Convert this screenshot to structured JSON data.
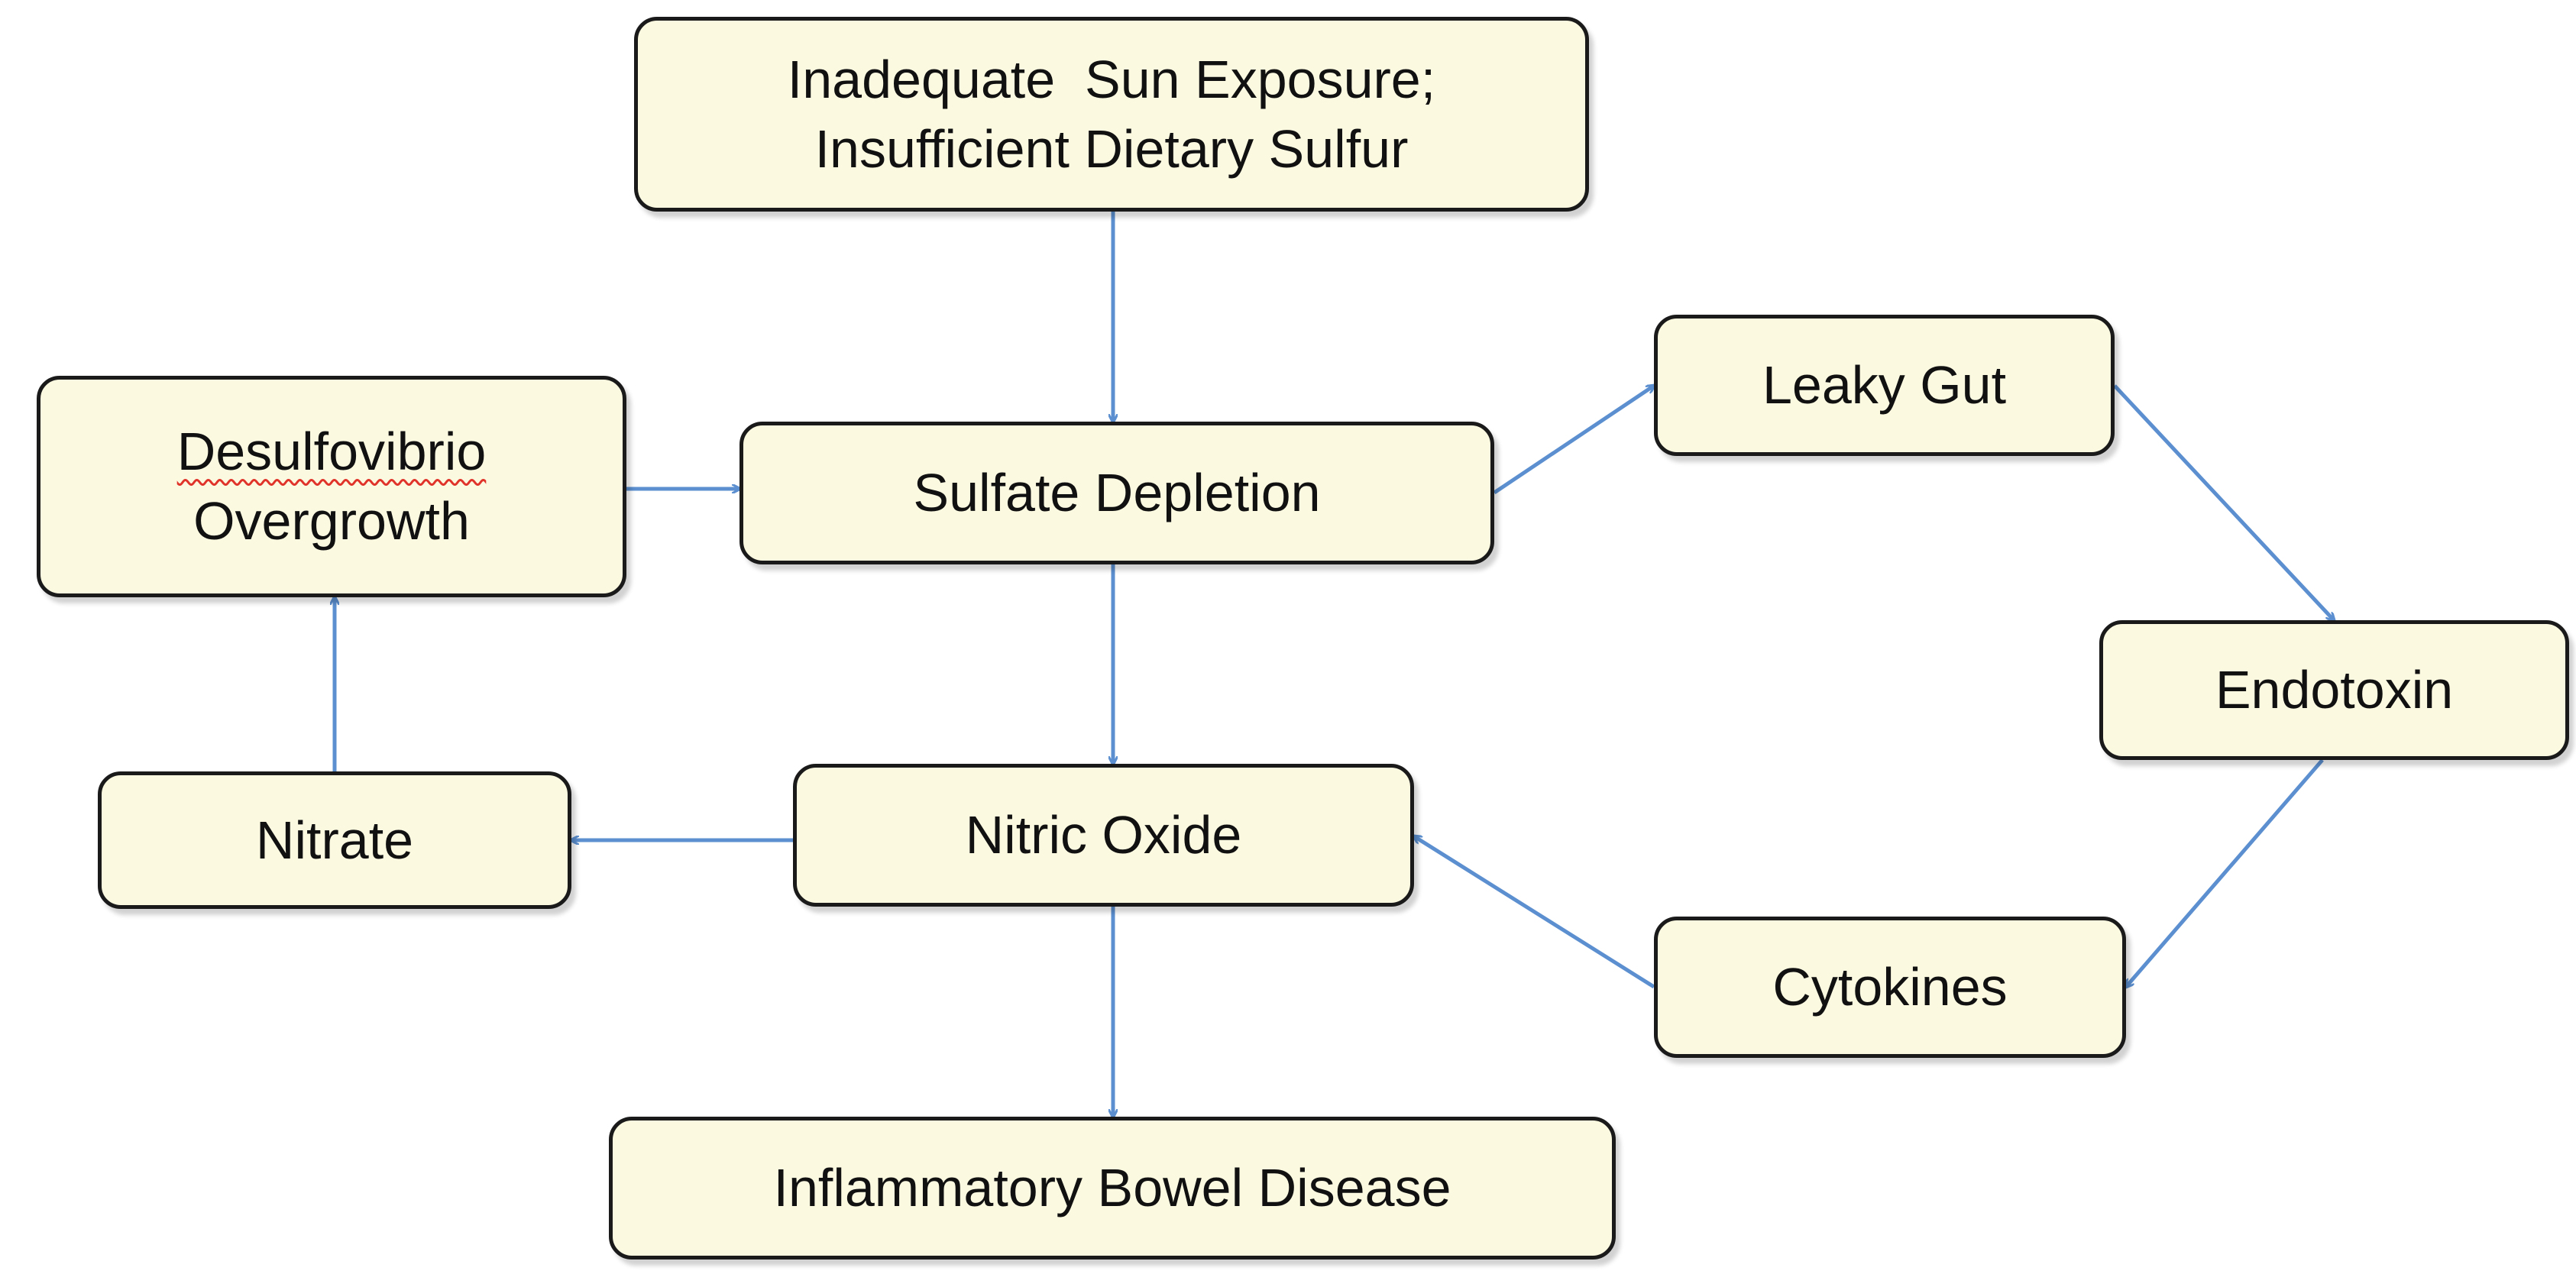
{
  "nodes": {
    "top": {
      "lines": [
        "Inadequate  Sun Exposure;",
        "Insufficient Dietary Sulfur"
      ]
    },
    "desulfo": {
      "lines": [
        "Desulfovibrio",
        "Overgrowth"
      ]
    },
    "sulfate": {
      "lines": [
        "Sulfate Depletion"
      ]
    },
    "leaky": {
      "lines": [
        "Leaky Gut"
      ]
    },
    "endotoxin": {
      "lines": [
        "Endotoxin"
      ]
    },
    "nitrate": {
      "lines": [
        "Nitrate"
      ]
    },
    "nitric": {
      "lines": [
        "Nitric Oxide"
      ]
    },
    "cytokines": {
      "lines": [
        "Cytokines"
      ]
    },
    "ibd": {
      "lines": [
        "Inflammatory Bowel Disease"
      ]
    }
  },
  "edges": [
    {
      "from": "top",
      "to": "sulfate"
    },
    {
      "from": "desulfo",
      "to": "sulfate"
    },
    {
      "from": "sulfate",
      "to": "leaky"
    },
    {
      "from": "leaky",
      "to": "endotoxin"
    },
    {
      "from": "endotoxin",
      "to": "cytokines"
    },
    {
      "from": "cytokines",
      "to": "nitric"
    },
    {
      "from": "sulfate",
      "to": "nitric"
    },
    {
      "from": "nitric",
      "to": "nitrate"
    },
    {
      "from": "nitrate",
      "to": "desulfo"
    },
    {
      "from": "nitric",
      "to": "ibd"
    }
  ],
  "colors": {
    "node_fill": "#fcf9e1",
    "node_border": "#1a1a1a",
    "arrow": "#5b8fcf",
    "spellcheck_underline": "#e0342a"
  }
}
